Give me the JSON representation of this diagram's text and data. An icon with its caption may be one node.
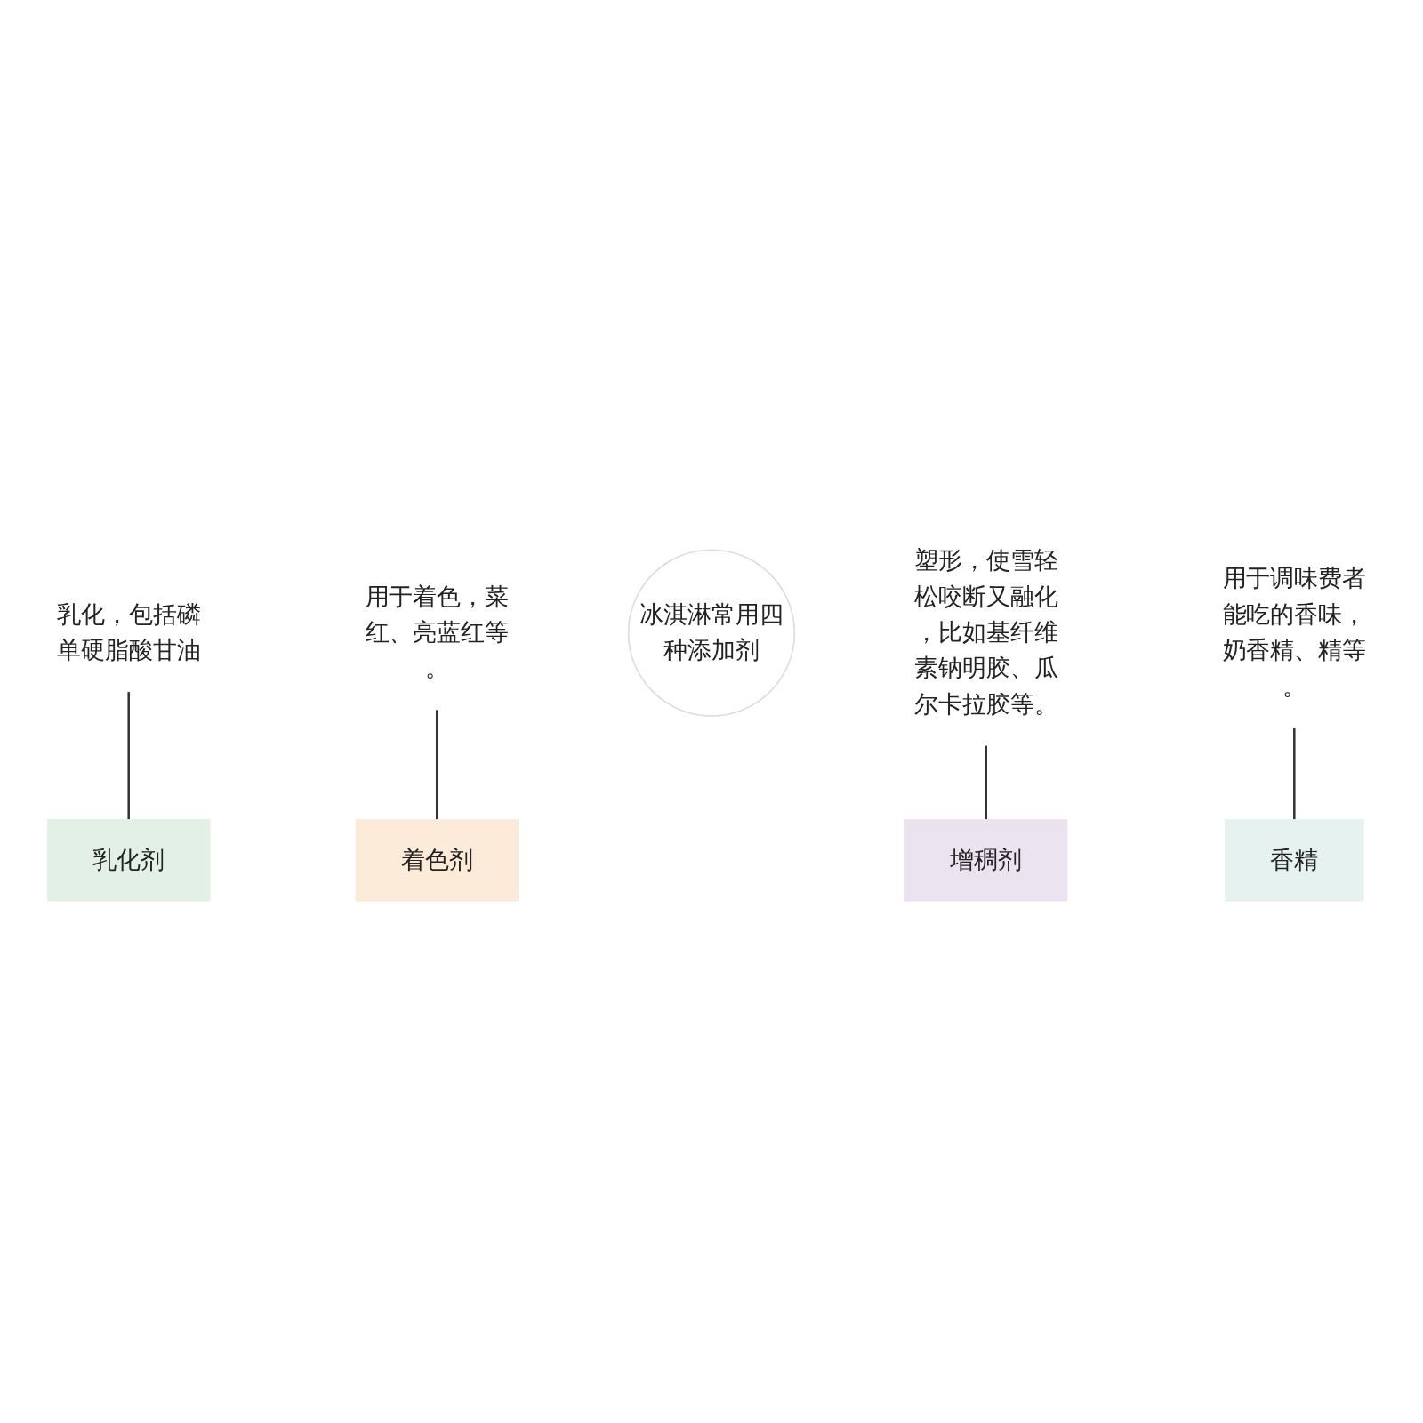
{
  "diagram": {
    "nodes": [
      {
        "text": [
          "乳化，包括磷单硬脂酸甘油"
        ]
      },
      {
        "text": [
          "用于着色，菜红、亮蓝红等。"
        ]
      },
      {
        "text": [
          "乳化剂"
        ]
      },
      {
        "text": [
          "着色剂"
        ]
      },
      {
        "text": [
          "冰淇淋常用四种添加剂"
        ]
      },
      {
        "text": [
          "增稠剂"
        ]
      },
      {
        "text": [
          "香精"
        ]
      },
      {
        "text": [
          "塑形，使雪轻松咬断又融化，比如基纤维素钠明胶、瓜尔卡拉胶等。"
        ]
      },
      {
        "text": [
          "用于调味费者能吃的香味，奶香精、精等。"
        ]
      }
    ],
    "edges": [
      {
        "from": 0,
        "to": 2,
        "arrow": "none"
      },
      {
        "from": 1,
        "to": 3,
        "arrow": "none"
      },
      {
        "from": 7,
        "to": 5,
        "arrow": "none"
      },
      {
        "from": 8,
        "to": 6,
        "arrow": "none"
      }
    ]
  }
}
